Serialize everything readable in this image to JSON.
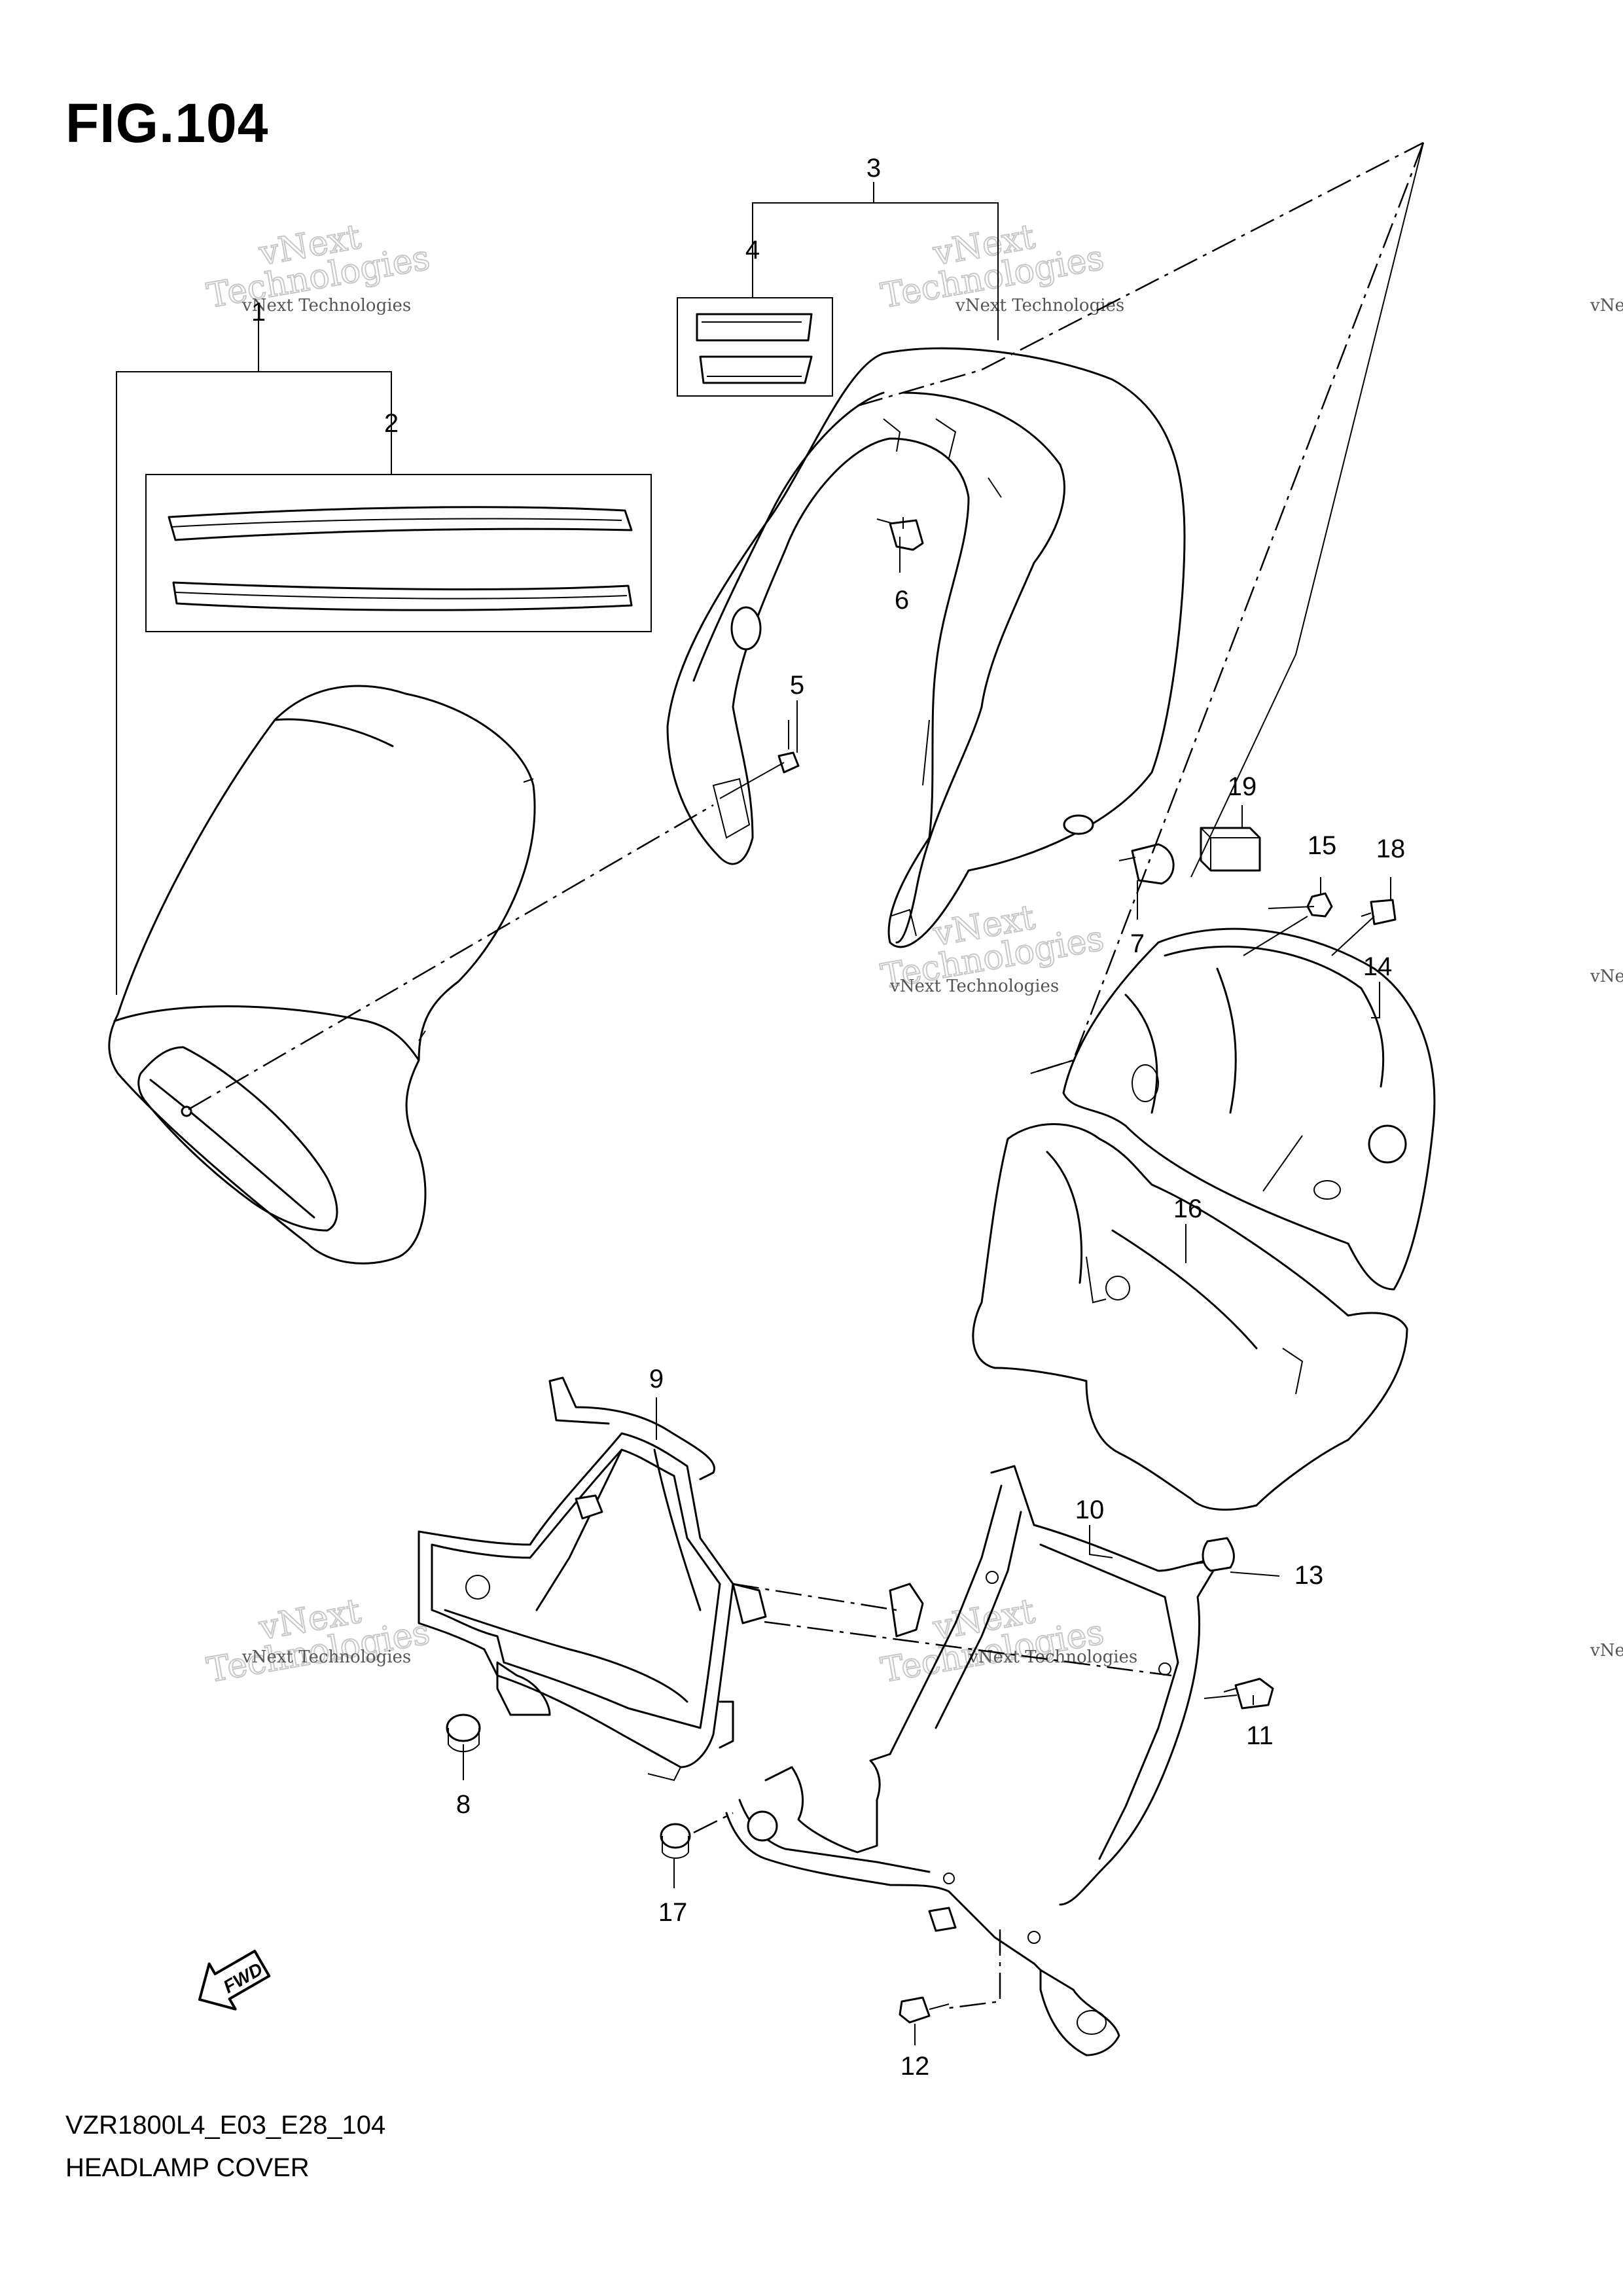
{
  "figure": {
    "title": "FIG.104",
    "model_code": "VZR1800L4_E03_E28_104",
    "name": "HEADLAMP COVER"
  },
  "callouts": [
    {
      "id": "1",
      "text": "1"
    },
    {
      "id": "2",
      "text": "2"
    },
    {
      "id": "3",
      "text": "3"
    },
    {
      "id": "4",
      "text": "4"
    },
    {
      "id": "5",
      "text": "5"
    },
    {
      "id": "6",
      "text": "6"
    },
    {
      "id": "7",
      "text": "7"
    },
    {
      "id": "8",
      "text": "8"
    },
    {
      "id": "9",
      "text": "9"
    },
    {
      "id": "10",
      "text": "10"
    },
    {
      "id": "11",
      "text": "11"
    },
    {
      "id": "12",
      "text": "12"
    },
    {
      "id": "13",
      "text": "13"
    },
    {
      "id": "14",
      "text": "14"
    },
    {
      "id": "15",
      "text": "15"
    },
    {
      "id": "16",
      "text": "16"
    },
    {
      "id": "17",
      "text": "17"
    },
    {
      "id": "18",
      "text": "18"
    },
    {
      "id": "19",
      "text": "19"
    }
  ],
  "direction_badge": "FWD",
  "watermark": {
    "line1": "vNext Technologies",
    "line2": "Technologies",
    "line3": "vNext"
  }
}
